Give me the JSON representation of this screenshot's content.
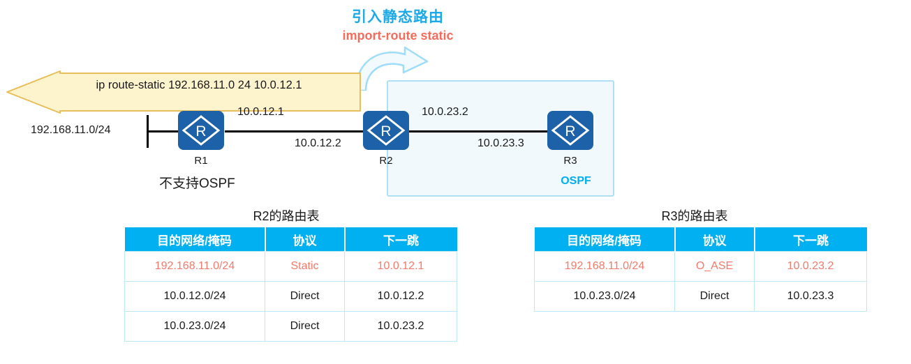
{
  "annotation": {
    "title": "引入静态路由",
    "command": "import-route static",
    "title_color": "#1BA9E8",
    "command_color": "#F26D5B",
    "arrow_icon": "curved-arrow-icon"
  },
  "callout": {
    "text": "ip route-static 192.168.11.0 24 10.0.12.1",
    "fill_color": "#FDF3CD",
    "border_color": "#E8BE5A"
  },
  "topology": {
    "ospf_box": {
      "label": "OSPF",
      "label_color": "#00AEEF",
      "fill_color": "#F2F9FC",
      "border_color": "#AEE0F5"
    },
    "lan": {
      "network": "192.168.11.0/24"
    },
    "routers": [
      {
        "id": "r1",
        "name": "R1",
        "icon": "router-icon",
        "note": "不支持OSPF"
      },
      {
        "id": "r2",
        "name": "R2",
        "icon": "router-icon"
      },
      {
        "id": "r3",
        "name": "R3",
        "icon": "router-icon"
      }
    ],
    "interfaces": {
      "r1_to_r2": "10.0.12.1",
      "r2_to_r1": "10.0.12.2",
      "r2_to_r3": "10.0.23.2",
      "r3_to_r2": "10.0.23.3"
    },
    "router_color": "#1D61A8"
  },
  "tables": {
    "columns": [
      "目的网络/掩码",
      "协议",
      "下一跳"
    ],
    "header_color": "#00B0F0",
    "highlight_color": "#F4796A",
    "r2": {
      "title": "R2的路由表",
      "rows": [
        {
          "dest": "192.168.11.0/24",
          "proto": "Static",
          "nexthop": "10.0.12.1",
          "highlight": true
        },
        {
          "dest": "10.0.12.0/24",
          "proto": "Direct",
          "nexthop": "10.0.12.2",
          "highlight": false
        },
        {
          "dest": "10.0.23.0/24",
          "proto": "Direct",
          "nexthop": "10.0.23.2",
          "highlight": false
        }
      ]
    },
    "r3": {
      "title": "R3的路由表",
      "rows": [
        {
          "dest": "192.168.11.0/24",
          "proto": "O_ASE",
          "nexthop": "10.0.23.2",
          "highlight": true
        },
        {
          "dest": "10.0.23.0/24",
          "proto": "Direct",
          "nexthop": "10.0.23.3",
          "highlight": false
        }
      ]
    }
  }
}
